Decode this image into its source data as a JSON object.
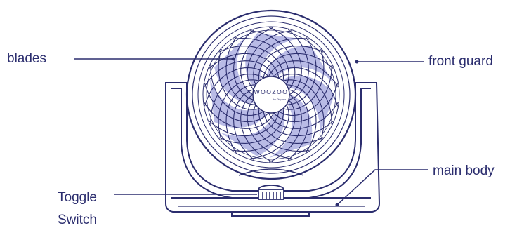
{
  "labels": {
    "blades": "blades",
    "front_guard": "front guard",
    "main_body": "main body",
    "toggle_switch_line1": "Toggle",
    "toggle_switch_line2": "Switch"
  },
  "brand": {
    "name": "WOOZOO",
    "sub": "by Ohyama"
  },
  "colors": {
    "outline": "#2b2d6e",
    "blade_fill": "#b9bbe6",
    "background": "#ffffff"
  }
}
